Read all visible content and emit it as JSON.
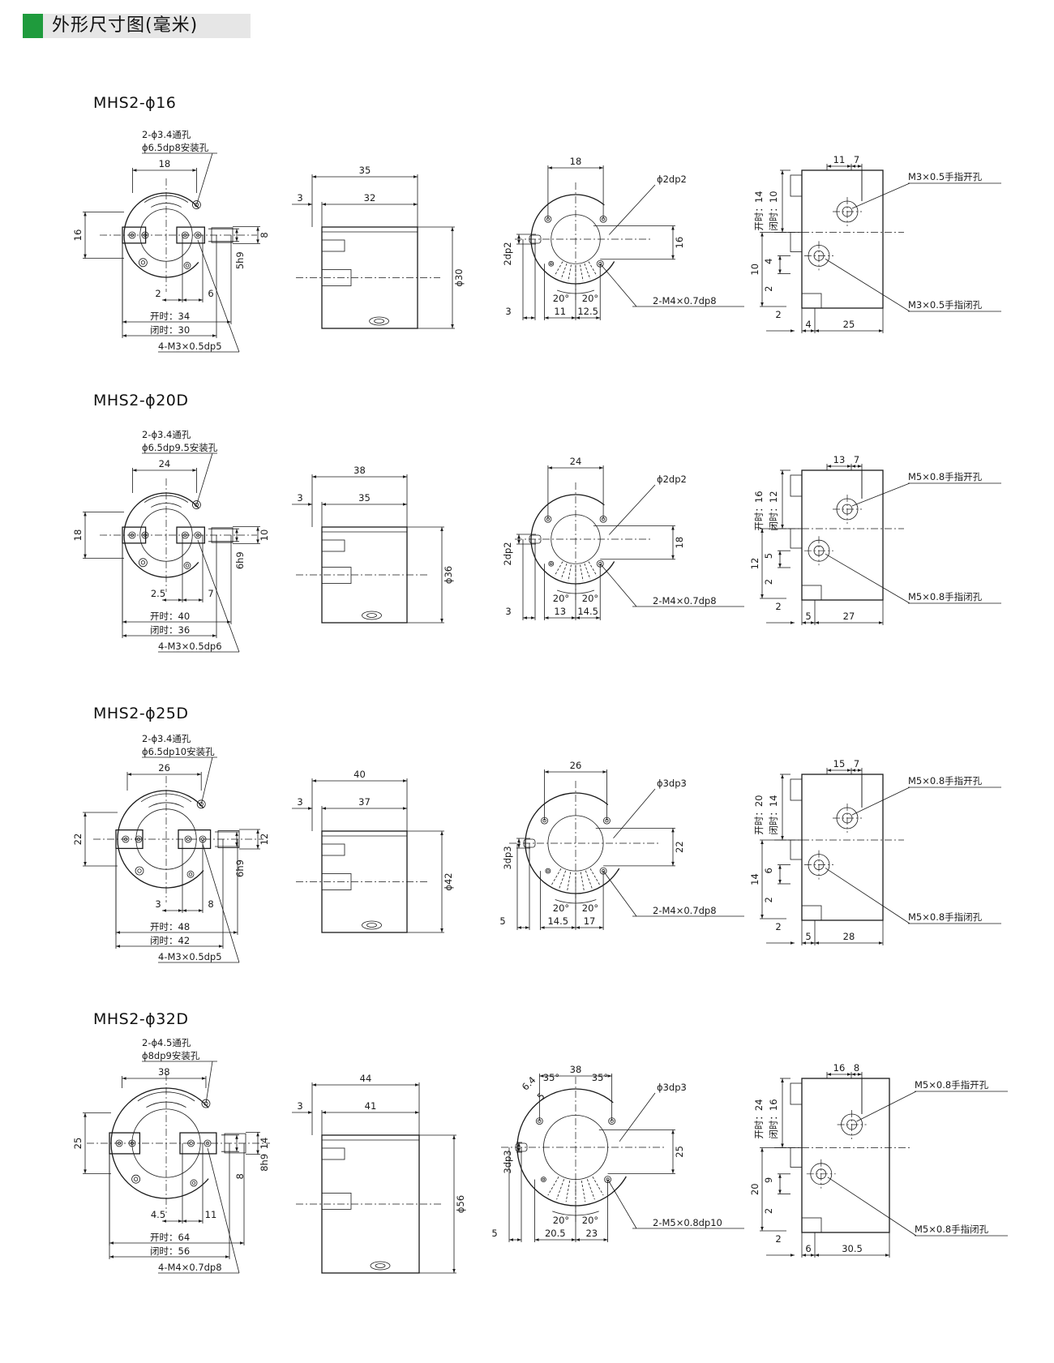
{
  "page": {
    "title": "外形尺寸图(毫米)",
    "accent_color": "#1f9b3d",
    "header_bg": "#e6e6e6"
  },
  "models": [
    {
      "name": "MHS2-ϕ16",
      "hole_label_1": "2-ϕ3.4通孔",
      "hole_label_2": "ϕ6.5dp8安装孔",
      "front_top": "18",
      "front_h1": "16",
      "front_h2": "8",
      "front_h3": "5h9",
      "front_b1": "2",
      "front_b2": "6",
      "open_width": "开时：34",
      "closed_width": "闭时：30",
      "thread_label": "4-M3×0.5dp5",
      "side_total": "35",
      "side_flange": "3",
      "side_body": "32",
      "side_dia": "ϕ30",
      "rear_top": "18",
      "rear_pin": "ϕ2dp2",
      "rear_h": "16",
      "rear_left": "2dp2",
      "rear_screw": "2-M4×0.7dp8",
      "rear_angle": "20°",
      "rear_b0": "3",
      "rear_b1": "11",
      "rear_b2": "12.5",
      "end_open_v": "开时：14",
      "end_closed_v": "闭时：10",
      "end_top1": "11",
      "end_top2": "7",
      "port_open": "M3×0.5手指开孔",
      "port_closed": "M3×0.5手指闭孔",
      "end_v1": "10",
      "end_v2": "4",
      "end_v3": "2",
      "end_b0": "2",
      "end_b1": "4",
      "end_b2": "25"
    },
    {
      "name": "MHS2-ϕ20D",
      "hole_label_1": "2-ϕ3.4通孔",
      "hole_label_2": "ϕ6.5dp9.5安装孔",
      "front_top": "24",
      "front_h1": "18",
      "front_h2": "10",
      "front_h3": "6h9",
      "front_b1": "2.5",
      "front_b2": "7",
      "open_width": "开时：40",
      "closed_width": "闭时：36",
      "thread_label": "4-M3×0.5dp6",
      "side_total": "38",
      "side_flange": "3",
      "side_body": "35",
      "side_dia": "ϕ36",
      "rear_top": "24",
      "rear_pin": "ϕ2dp2",
      "rear_h": "18",
      "rear_left": "2dp2",
      "rear_screw": "2-M4×0.7dp8",
      "rear_angle": "20°",
      "rear_b0": "3",
      "rear_b1": "13",
      "rear_b2": "14.5",
      "end_open_v": "开时：16",
      "end_closed_v": "闭时：12",
      "end_top1": "13",
      "end_top2": "7",
      "port_open": "M5×0.8手指开孔",
      "port_closed": "M5×0.8手指闭孔",
      "end_v1": "12",
      "end_v2": "5",
      "end_v3": "2",
      "end_b0": "2",
      "end_b1": "5",
      "end_b2": "27"
    },
    {
      "name": "MHS2-ϕ25D",
      "hole_label_1": "2-ϕ3.4通孔",
      "hole_label_2": "ϕ6.5dp10安装孔",
      "front_top": "26",
      "front_h1": "22",
      "front_h2": "12",
      "front_h3": "6h9",
      "front_b1": "3",
      "front_b2": "8",
      "open_width": "开时：48",
      "closed_width": "闭时：42",
      "thread_label": "4-M3×0.5dp5",
      "side_total": "40",
      "side_flange": "3",
      "side_body": "37",
      "side_dia": "ϕ42",
      "rear_top": "26",
      "rear_pin": "ϕ3dp3",
      "rear_h": "22",
      "rear_left": "3dp3",
      "rear_screw": "2-M4×0.7dp8",
      "rear_angle": "20°",
      "rear_b0": "5",
      "rear_b1": "14.5",
      "rear_b2": "17",
      "end_open_v": "开时：20",
      "end_closed_v": "闭时：14",
      "end_top1": "15",
      "end_top2": "7",
      "port_open": "M5×0.8手指开孔",
      "port_closed": "M5×0.8手指闭孔",
      "end_v1": "14",
      "end_v2": "6",
      "end_v3": "2",
      "end_b0": "2",
      "end_b1": "5",
      "end_b2": "28"
    },
    {
      "name": "MHS2-ϕ32D",
      "hole_label_1": "2-ϕ4.5通孔",
      "hole_label_2": "ϕ8dp9安装孔",
      "front_top": "38",
      "front_h1": "25",
      "front_h2": "14",
      "front_h3": "8",
      "front_h4": "8h9",
      "front_b1": "4.5",
      "front_b2": "11",
      "open_width": "开时：64",
      "closed_width": "闭时：56",
      "thread_label": "4-M4×0.7dp8",
      "side_total": "44",
      "side_flange": "3",
      "side_body": "41",
      "side_dia": "ϕ56",
      "rear_top": "38",
      "rear_pin": "ϕ3dp3",
      "rear_h": "25",
      "rear_left": "3dp3",
      "rear_screw": "2-M5×0.8dp10",
      "rear_angle": "20°",
      "rear_angle_top": "35°",
      "rear_slot_1": "6.4",
      "rear_slot_2": "5",
      "rear_b0": "5",
      "rear_b1": "20.5",
      "rear_b2": "23",
      "end_open_v": "开时：24",
      "end_closed_v": "闭时：16",
      "end_top1": "16",
      "end_top2": "8",
      "port_open": "M5×0.8手指开孔",
      "port_closed": "M5×0.8手指闭孔",
      "end_v1": "20",
      "end_v2": "9",
      "end_v3": "2",
      "end_b0": "2",
      "end_b1": "6",
      "end_b2": "30.5"
    }
  ]
}
